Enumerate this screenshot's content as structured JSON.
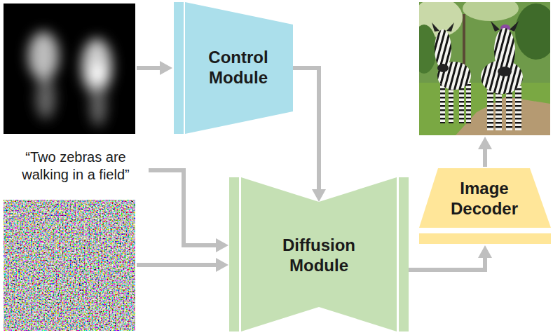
{
  "diagram": {
    "nodes": [
      {
        "text": [
          "Control Module"
        ]
      },
      {
        "text": [
          "Diffusion Module"
        ]
      },
      {
        "text": [
          "Image Decoder"
        ]
      }
    ],
    "edges": [
      {
        "from": 0,
        "to": 1,
        "arrow": "to"
      },
      {
        "from": 1,
        "to": 2,
        "arrow": "to"
      }
    ],
    "labels": [
      "“Two zebras are walking in a field”"
    ]
  }
}
